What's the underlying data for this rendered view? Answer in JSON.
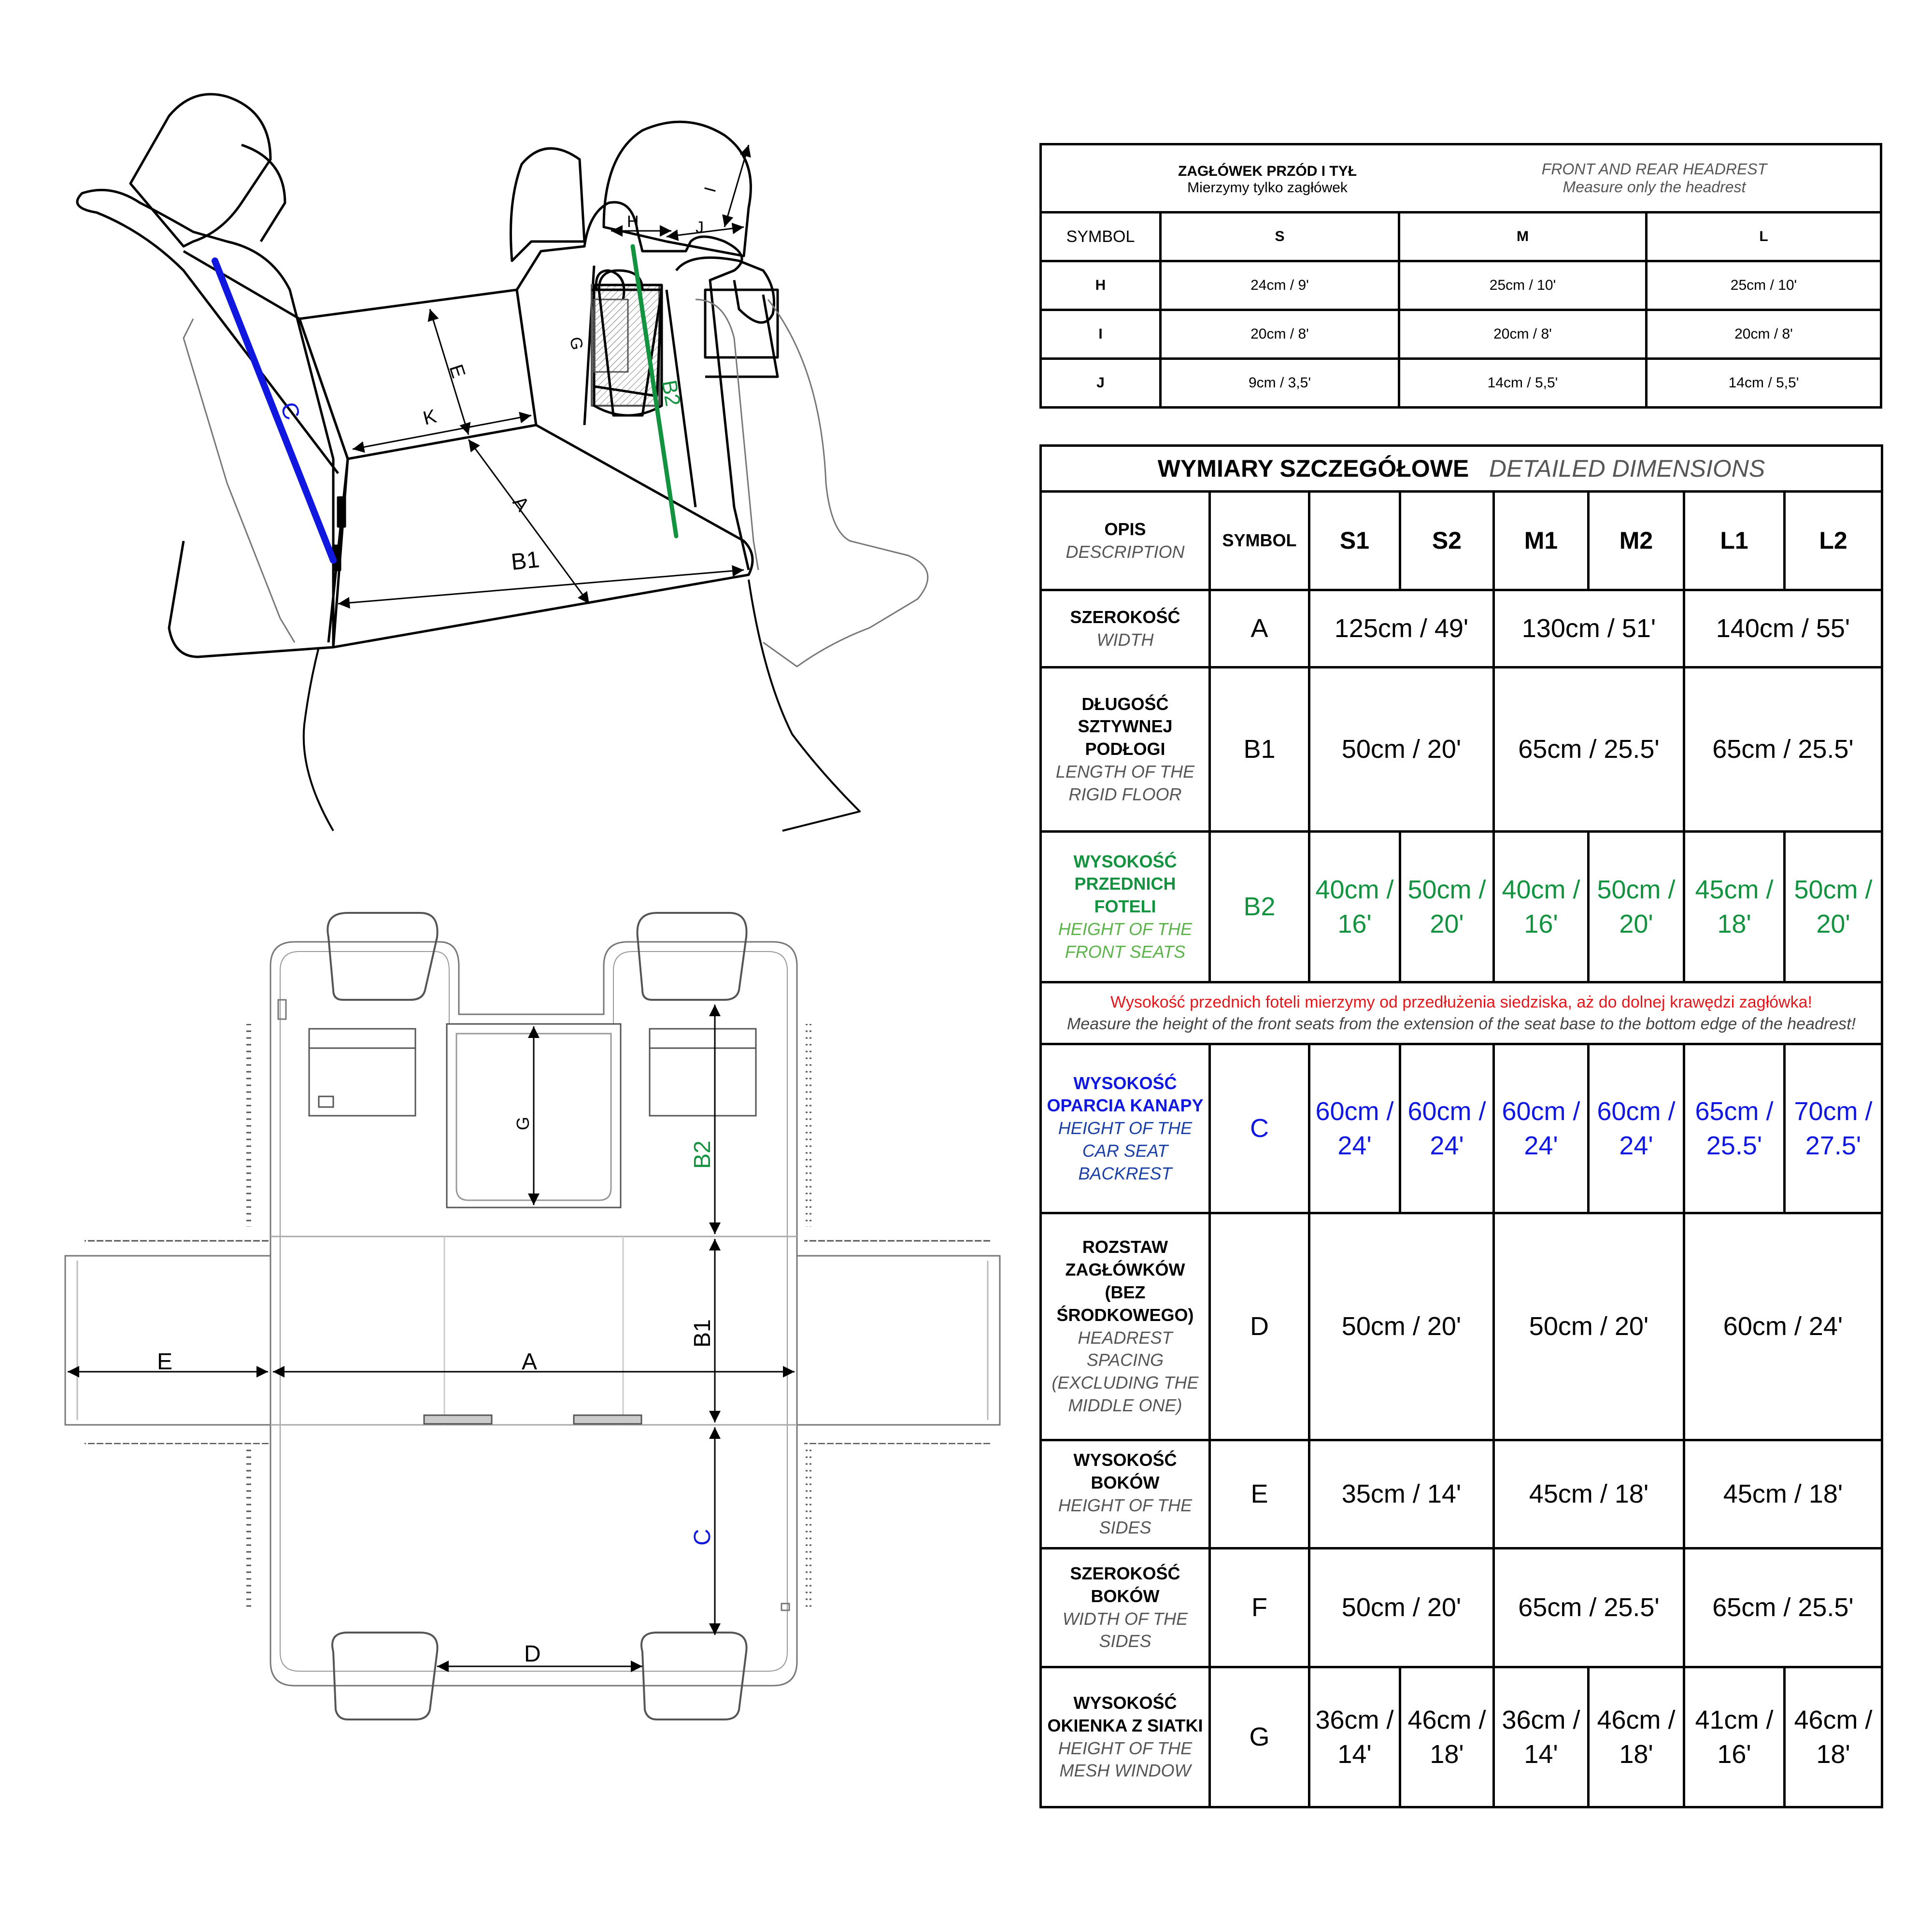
{
  "top_view_labels": {
    "C": "C",
    "B2": "B2",
    "E": "E",
    "K": "K",
    "A": "A",
    "B1": "B1",
    "G": "G",
    "H": "H",
    "J": "J",
    "I": "I"
  },
  "flat_view_labels": {
    "E": "E",
    "A": "A",
    "B1": "B1",
    "B2": "B2",
    "G": "G",
    "C": "C",
    "D": "D"
  },
  "headrest_table": {
    "title_pl": "ZAGŁÓWEK PRZÓD I TYŁ",
    "subtitle_pl": "Mierzymy tylko zagłówek",
    "title_en": "FRONT  AND REAR HEADREST",
    "subtitle_en": "Measure only the headrest",
    "header": [
      "SYMBOL",
      "S",
      "M",
      "L"
    ],
    "rows": [
      [
        "H",
        "24cm / 9'",
        "25cm / 10'",
        "25cm / 10'"
      ],
      [
        "I",
        "20cm / 8'",
        "20cm / 8'",
        "20cm / 8'"
      ],
      [
        "J",
        "9cm / 3,5'",
        "14cm / 5,5'",
        "14cm / 5,5'"
      ]
    ]
  },
  "detail_table": {
    "title_pl": "WYMIARY SZCZEGÓŁOWE",
    "title_en": "DETAILED DIMENSIONS",
    "head_desc_pl": "OPIS",
    "head_desc_en": "DESCRIPTION",
    "head_symbol": "SYMBOL",
    "sizes": [
      "S1",
      "S2",
      "M1",
      "M2",
      "L1",
      "L2"
    ],
    "rows": {
      "A": {
        "pl": "SZEROKOŚĆ",
        "en": "WIDTH",
        "sym": "A",
        "vals": [
          "125cm / 49'",
          "130cm / 51'",
          "140cm / 55'"
        ]
      },
      "B1": {
        "pl": "DŁUGOŚĆ SZTYWNEJ PODŁOGI",
        "en": "LENGTH OF THE RIGID FLOOR",
        "sym": "B1",
        "vals": [
          "50cm / 20'",
          "65cm / 25.5'",
          "65cm / 25.5'"
        ]
      },
      "B2": {
        "pl": "WYSOKOŚĆ PRZEDNICH FOTELI",
        "en": "HEIGHT OF THE FRONT SEATS",
        "sym": "B2",
        "vals": [
          "40cm / 16'",
          "50cm / 20'",
          "40cm / 16'",
          "50cm / 20'",
          "45cm / 18'",
          "50cm / 20'"
        ]
      },
      "note_pl": "Wysokość przednich foteli mierzymy od przedłużenia siedziska, aż do dolnej krawędzi zagłówka!",
      "note_en": "Measure the height of the front seats from the extension of the seat base to the bottom edge of the headrest!",
      "C": {
        "pl": "WYSOKOŚĆ OPARCIA KANAPY",
        "en": "HEIGHT OF THE CAR SEAT BACKREST",
        "sym": "C",
        "vals": [
          "60cm / 24'",
          "60cm / 24'",
          "60cm / 24'",
          "60cm / 24'",
          "65cm / 25.5'",
          "70cm / 27.5'"
        ]
      },
      "D": {
        "pl": "ROZSTAW ZAGŁÓWKÓW (BEZ ŚRODKOWEGO)",
        "en": "HEADREST SPACING (EXCLUDING THE MIDDLE ONE)",
        "sym": "D",
        "vals": [
          "50cm / 20'",
          "50cm / 20'",
          "60cm / 24'"
        ]
      },
      "E": {
        "pl": "WYSOKOŚĆ BOKÓW",
        "en": "HEIGHT OF THE SIDES",
        "sym": "E",
        "vals": [
          "35cm / 14'",
          "45cm / 18'",
          "45cm / 18'"
        ]
      },
      "F": {
        "pl": "SZEROKOŚĆ BOKÓW",
        "en": "WIDTH OF THE SIDES",
        "sym": "F",
        "vals": [
          "50cm / 20'",
          "65cm / 25.5'",
          "65cm / 25.5'"
        ]
      },
      "G": {
        "pl": "WYSOKOŚĆ OKIENKA Z SIATKI",
        "en": "HEIGHT OF THE MESH WINDOW",
        "sym": "G",
        "vals": [
          "36cm / 14'",
          "46cm / 18'",
          "36cm / 14'",
          "46cm / 18'",
          "41cm / 16'",
          "46cm / 18'"
        ]
      }
    }
  },
  "colors": {
    "c_line": "#1018e0",
    "b2_line": "#13933f",
    "note_red": "#e2171c"
  }
}
